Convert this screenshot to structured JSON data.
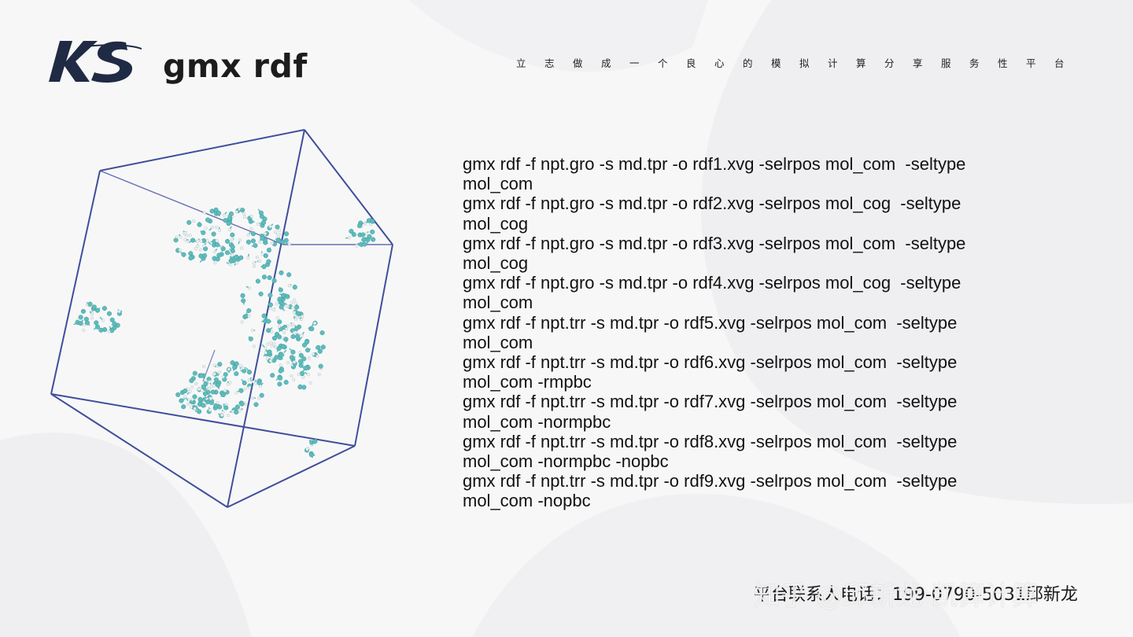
{
  "header": {
    "logo_text": "KS",
    "title": "gmx rdf",
    "tagline": "立志做成一个良心的模拟计算分享服务性平台"
  },
  "commands": [
    "gmx rdf -f npt.gro -s md.tpr -o rdf1.xvg -selrpos mol_com  -seltype mol_com",
    "gmx rdf -f npt.gro -s md.tpr -o rdf2.xvg -selrpos mol_cog  -seltype mol_cog",
    "gmx rdf -f npt.gro -s md.tpr -o rdf3.xvg -selrpos mol_com  -seltype mol_cog",
    "gmx rdf -f npt.gro -s md.tpr -o rdf4.xvg -selrpos mol_cog  -seltype mol_com",
    "gmx rdf -f npt.trr -s md.tpr -o rdf5.xvg -selrpos mol_com  -seltype mol_com",
    "gmx rdf -f npt.trr -s md.tpr -o rdf6.xvg -selrpos mol_com  -seltype mol_com -rmpbc",
    "gmx rdf -f npt.trr -s md.tpr -o rdf7.xvg -selrpos mol_com  -seltype mol_com -normpbc",
    "gmx rdf -f npt.trr -s md.tpr -o rdf8.xvg -selrpos mol_com  -seltype mol_com -normpbc -nopbc",
    "gmx rdf -f npt.trr -s md.tpr -o rdf9.xvg -selrpos mol_com  -seltype mol_com -nopbc"
  ],
  "footer": {
    "contact": "平台联系人电话：199-0790-5031邱新龙",
    "watermark": "知乎 @邱新龙 凯算计算"
  },
  "colors": {
    "logo": "#1f2a44",
    "box_edge": "#3f4e9a",
    "atom_carbon": "#5fbcbc",
    "atom_hydrogen": "#eef2f2"
  },
  "icons": {
    "logo": "ks-logo-icon",
    "molecule": "molecular-box-image"
  }
}
